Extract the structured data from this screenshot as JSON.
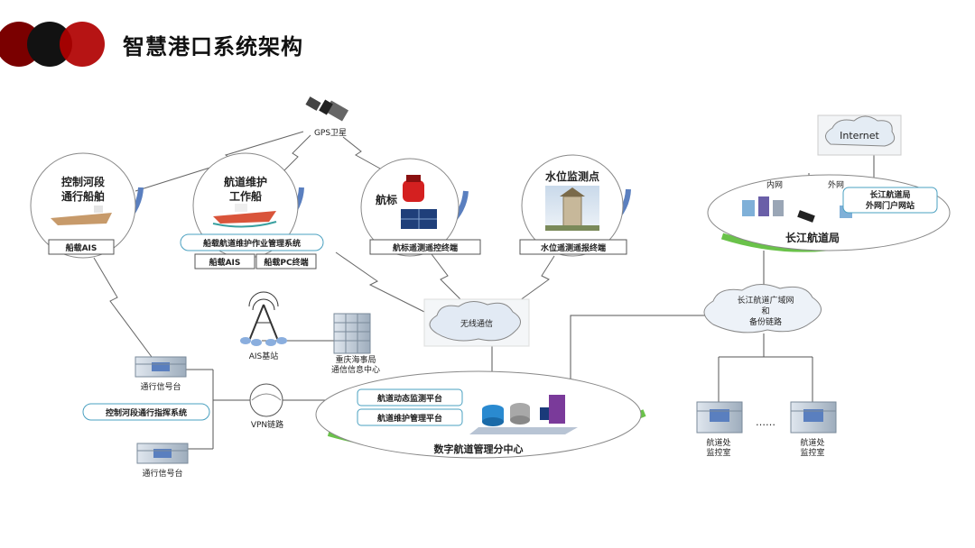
{
  "page": {
    "title": "智慧港口系统架构"
  },
  "diagram": {
    "gps": "GPS卫星",
    "ship_control": {
      "title_l1": "控制河段",
      "title_l2": "通行船舶",
      "tag": "船载AIS"
    },
    "ship_maint": {
      "title_l1": "航道维护",
      "title_l2": "工作船",
      "system": "船载航道维护作业管理系统",
      "tag_ais": "船载AIS",
      "tag_pc": "船载PC终端"
    },
    "beacon": {
      "title": "航标",
      "terminal": "航标遥测遥控终端"
    },
    "water": {
      "title": "水位监测点",
      "terminal": "水位遥测遥报终端"
    },
    "internet": "Internet",
    "bureau": {
      "inner": "内网",
      "outer": "外网",
      "portal_l1": "长江航道局",
      "portal_l2": "外网门户网站",
      "name": "长江航道局"
    },
    "wan": {
      "l1": "长江航道广域网",
      "l2": "和",
      "l3": "备份链路"
    },
    "wireless": "无线通信",
    "ais_station": "AIS基站",
    "maritime": {
      "l1": "重庆海事局",
      "l2": "通信信息中心"
    },
    "signal_top": "通行信号台",
    "signal_bottom": "通行信号台",
    "command_system": "控制河段通行指挥系统",
    "vpn": "VPN链路",
    "center": {
      "platform1": "航道动态监测平台",
      "platform2": "航道维护管理平台",
      "name": "数字航道管理分中心"
    },
    "monitor_left": {
      "l1": "航道处",
      "l2": "监控室"
    },
    "monitor_right": {
      "l1": "航道处",
      "l2": "监控室"
    },
    "ellipsis": "……"
  }
}
